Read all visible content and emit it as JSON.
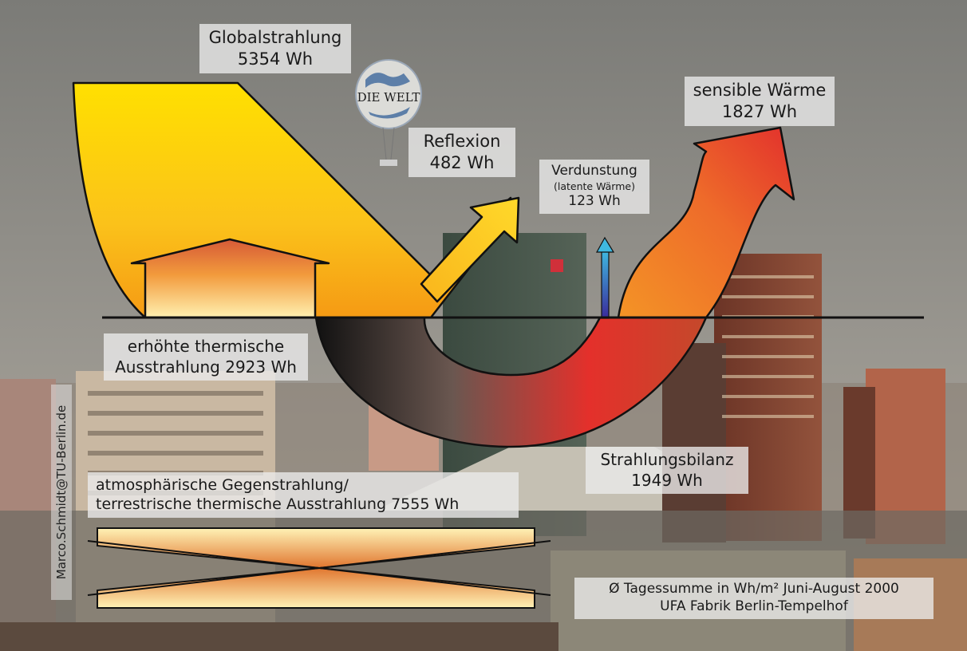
{
  "labels": {
    "global_title": "Globalstrahlung",
    "global_value": "5354 Wh",
    "reflexion_title": "Reflexion",
    "reflexion_value": "482 Wh",
    "verdunstung_title": "Verdunstung",
    "verdunstung_sub": "(latente Wärme)",
    "verdunstung_value": "123 Wh",
    "sensible_title": "sensible Wärme",
    "sensible_value": "1827 Wh",
    "thermisch_line1": "erhöhte thermische",
    "thermisch_line2": "Ausstrahlung 2923 Wh",
    "bilanz_title": "Strahlungsbilanz",
    "bilanz_value": "1949 Wh",
    "gegen_line1": "atmosphärische Gegenstrahlung/",
    "gegen_line2": "terrestrische thermische Ausstrahlung  7555 Wh",
    "footnote_line1": "Ø Tagessumme in Wh/m² Juni-August 2000",
    "footnote_line2": "UFA Fabrik Berlin-Tempelhof",
    "credit": "Marco.Schmidt@TU-Berlin.de"
  },
  "balloon_text": "DIE WELT",
  "colors": {
    "solar_yellow": "#ffe000",
    "solar_orange": "#f59a14",
    "heat_red": "#e8332a",
    "sky": "#8e8c86",
    "outline": "#111111"
  }
}
